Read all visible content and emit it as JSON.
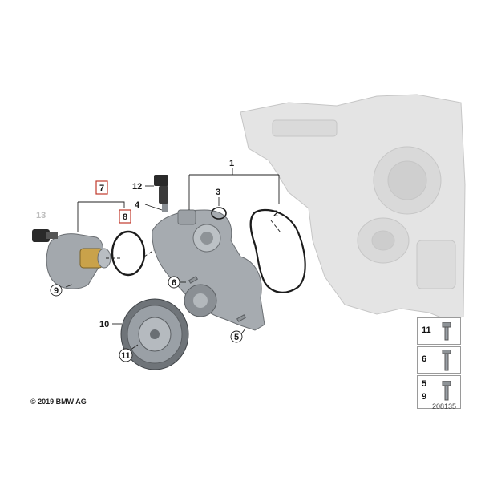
{
  "parts": {
    "p1": "1",
    "p2": "2",
    "p3": "3",
    "p4": "4",
    "p5": "5",
    "p6": "6",
    "p7": "7",
    "p8": "8",
    "p9": "9",
    "p10": "10",
    "p11": "11",
    "p12": "12",
    "p13": "13"
  },
  "legend": {
    "row1": [
      "11"
    ],
    "row2": [
      "6"
    ],
    "row3": [
      "5",
      "9"
    ]
  },
  "footer": {
    "copyright": "© 2019 BMW AG",
    "code": "208135"
  },
  "colors": {
    "highlight_box": "#c0392b",
    "engine_gray": "#e2e2e2",
    "part_gray": "#9aa0a6"
  }
}
